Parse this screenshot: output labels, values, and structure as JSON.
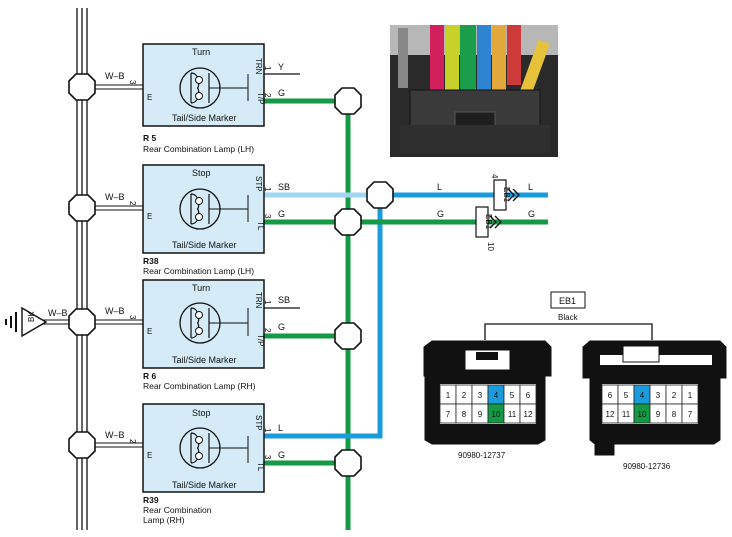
{
  "colors": {
    "green_wire": "#149a45",
    "blue_wire": "#1a9bdc",
    "lightblue_wire": "#9fd7f2",
    "lamp_fill": "#d5ecf8",
    "pin_blue": "#1a9bdc",
    "pin_green": "#149a45",
    "black": "#111111"
  },
  "lamps": [
    {
      "id": "R 5",
      "name": "Rear Combination Lamp (LH)",
      "top_bulb": "Turn",
      "bottom_bulb": "Tail/Side Marker",
      "pin_in": "3",
      "pin_in_label": "E",
      "pin_top": "1",
      "pin_top_label": "TRN",
      "pin_bottom": "2",
      "pin_bottom_label": "T/P",
      "in_wire": "W–B",
      "top_wire": "Y",
      "bottom_wire": "G"
    },
    {
      "id": "R38",
      "name": "Rear Combination Lamp (LH)",
      "top_bulb": "Stop",
      "bottom_bulb": "Tail/Side Marker",
      "pin_in": "2",
      "pin_in_label": "E",
      "pin_top": "1",
      "pin_top_label": "STP",
      "pin_bottom": "3",
      "pin_bottom_label": "TL",
      "in_wire": "W–B",
      "top_wire": "SB",
      "bottom_wire": "G"
    },
    {
      "id": "R 6",
      "name": "Rear Combination Lamp (RH)",
      "top_bulb": "Turn",
      "bottom_bulb": "Tail/Side Marker",
      "pin_in": "3",
      "pin_in_label": "E",
      "pin_top": "1",
      "pin_top_label": "TRN",
      "pin_bottom": "2",
      "pin_bottom_label": "T/P",
      "in_wire": "W–B",
      "top_wire": "SB",
      "bottom_wire": "G"
    },
    {
      "id": "R39",
      "name": "Rear Combination",
      "name2": "Lamp (RH)",
      "top_bulb": "Stop",
      "bottom_bulb": "Tail/Side Marker",
      "pin_in": "2",
      "pin_in_label": "E",
      "pin_top": "1",
      "pin_top_label": "STP",
      "pin_bottom": "3",
      "pin_bottom_label": "TL",
      "in_wire": "W–B",
      "top_wire": "L",
      "bottom_wire": "G"
    }
  ],
  "ground": {
    "wire": "W–B",
    "label": "BK"
  },
  "junction": {
    "l_wire_left": "L",
    "l_wire_right": "L",
    "l_pin": "4",
    "l_conn": "EB1",
    "g_wire_left": "G",
    "g_wire_right": "G",
    "g_pin": "10",
    "g_conn": "EB1"
  },
  "connector_panel": {
    "title": "EB1",
    "color": "Black",
    "left": {
      "part": "90980-12737",
      "row1": [
        "1",
        "2",
        "3",
        "4",
        "5",
        "6"
      ],
      "row2": [
        "7",
        "8",
        "9",
        "10",
        "11",
        "12"
      ]
    },
    "right": {
      "part": "90980-12736",
      "row1": [
        "6",
        "5",
        "4",
        "3",
        "2",
        "1"
      ],
      "row2": [
        "12",
        "11",
        "10",
        "9",
        "8",
        "7"
      ]
    }
  }
}
